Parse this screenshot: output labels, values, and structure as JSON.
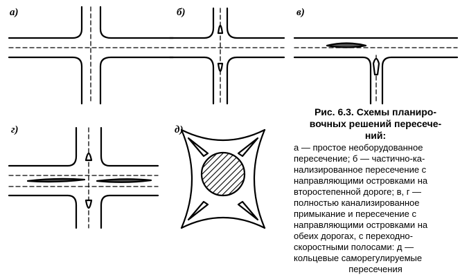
{
  "labels": {
    "a": "а)",
    "b": "б)",
    "v": "в)",
    "g": "г)",
    "d": "д)"
  },
  "caption": {
    "title_lines": [
      "Рис. 6.3. Схемы планиро-",
      "вочных решений пересече-",
      "ний:"
    ],
    "body_lines": [
      "а — простое необорудованное",
      "пересечение; б — частично-ка-",
      "нализированное пересечение с",
      "направляющими островками на",
      "второстепенной дороге; в, г —",
      "полностью    канализированное",
      "примыкание и  пересечение с",
      "направляющими островками на",
      "обеих дорогах,  с  переходно-",
      "скоростными  полосами:  д —",
      "кольцевые     саморегулируемые"
    ],
    "last_line": "пересечения"
  }
}
